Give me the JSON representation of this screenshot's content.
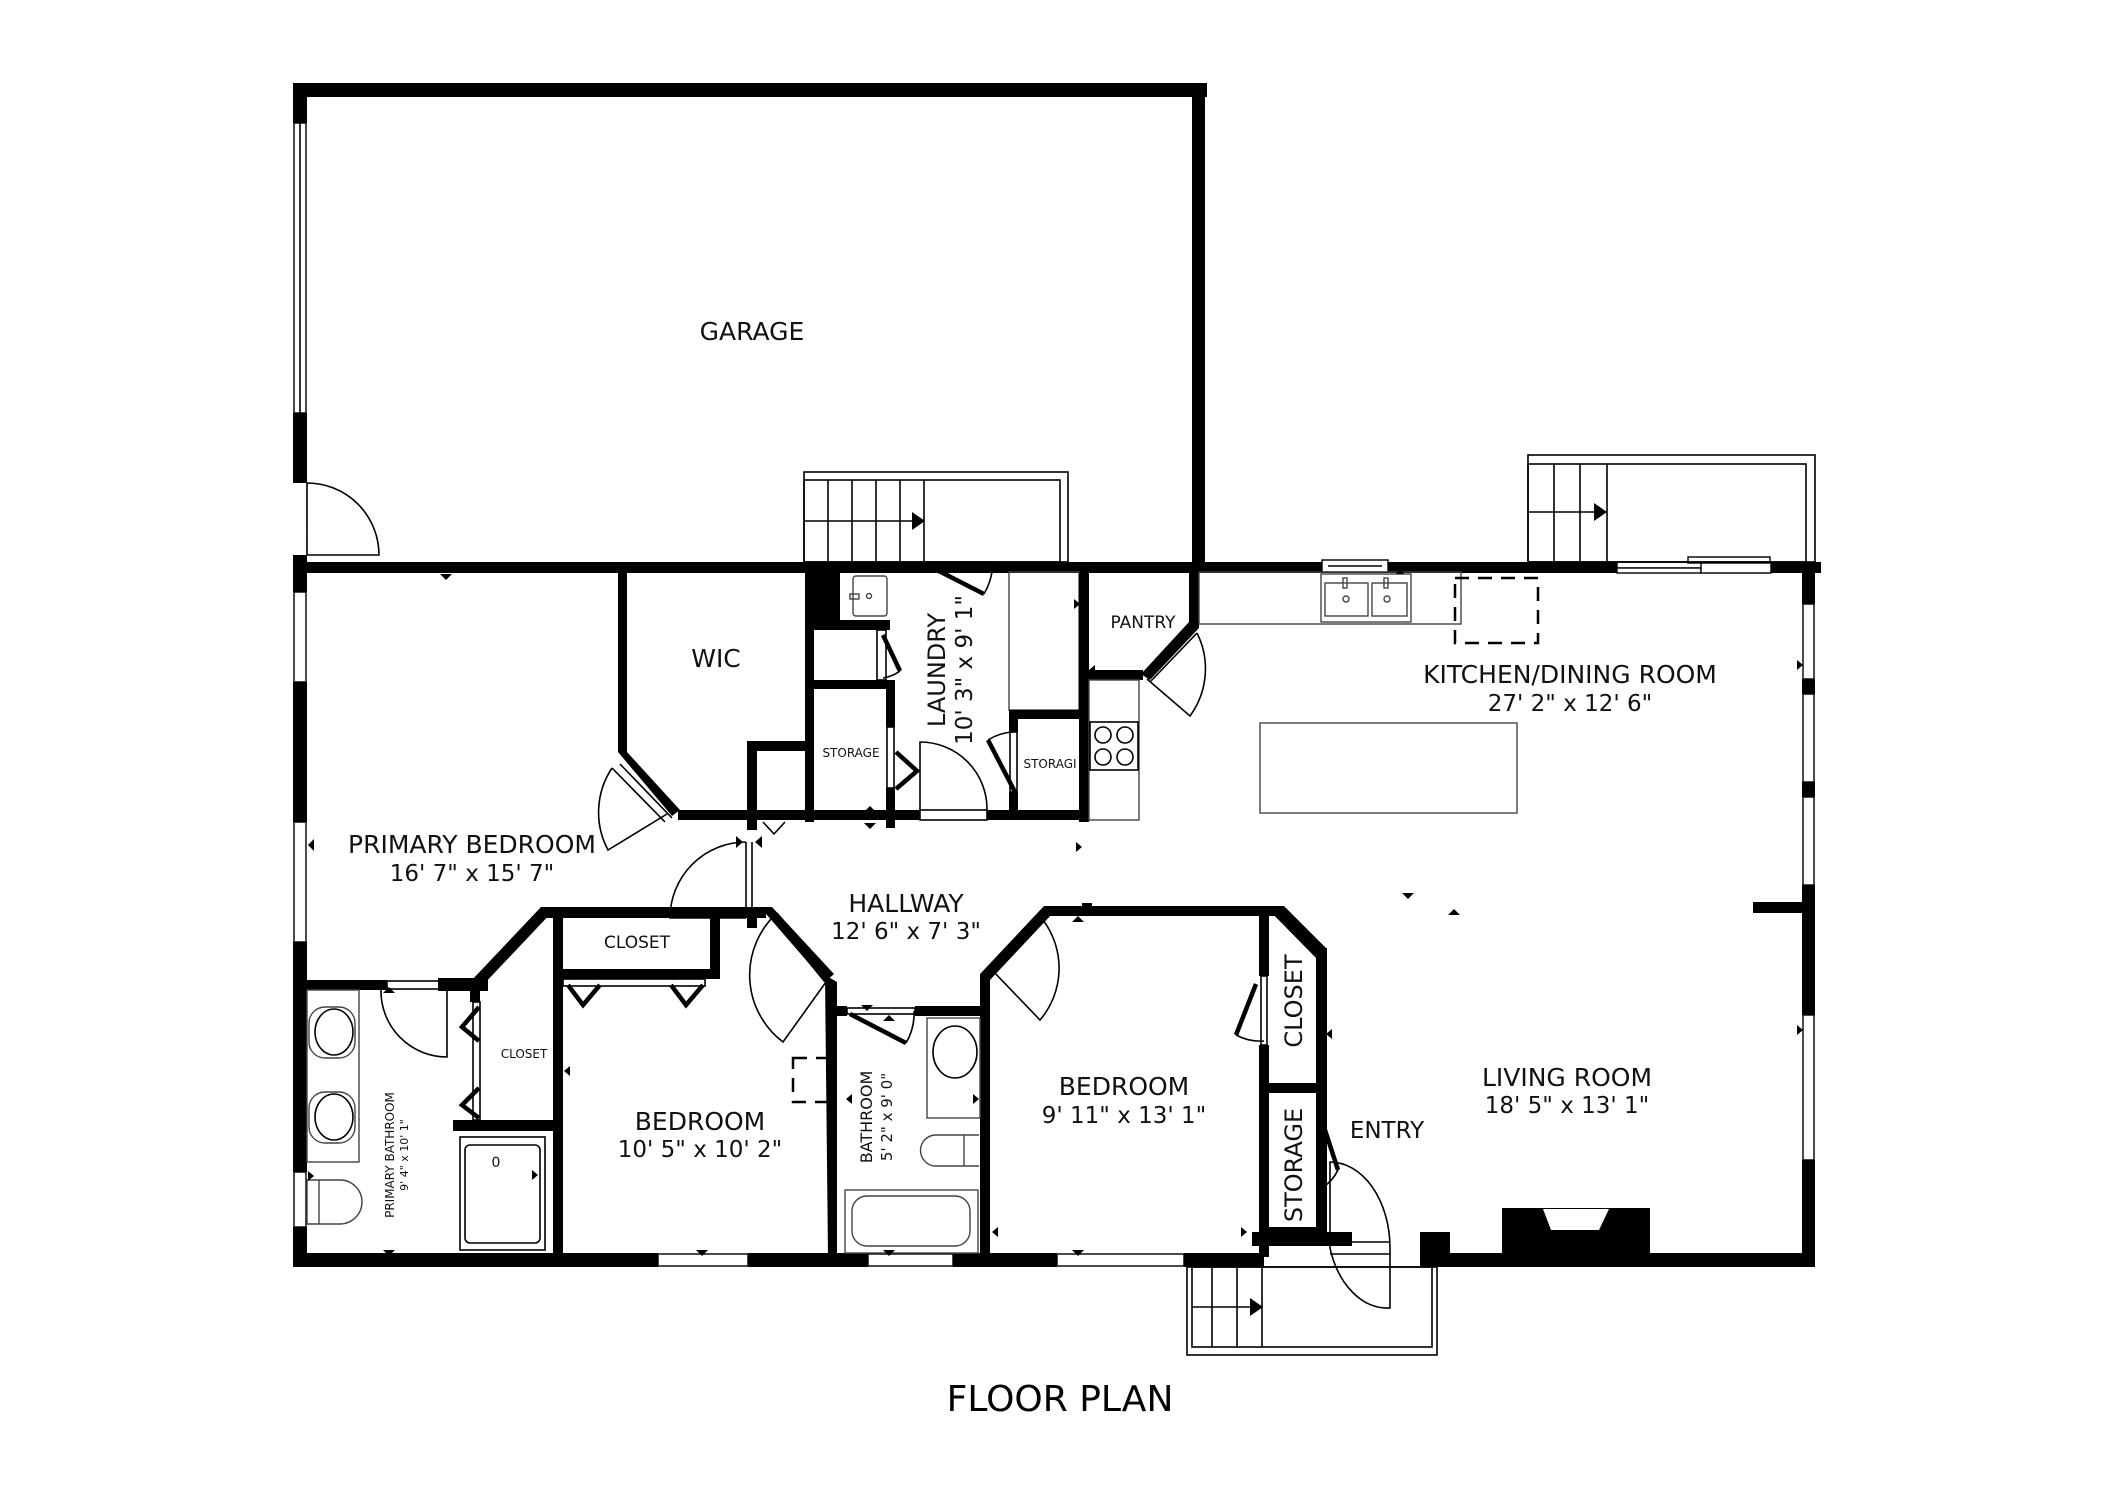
{
  "title": "FLOOR PLAN",
  "rooms": {
    "garage": {
      "name": "GARAGE"
    },
    "primary_bedroom": {
      "name": "PRIMARY BEDROOM",
      "dimensions": "16' 7\" x 15' 7\""
    },
    "wic": {
      "name": "WIC"
    },
    "laundry": {
      "name": "LAUNDRY",
      "dimensions": "10' 3\" x 9' 1\""
    },
    "storage_laundry_left": {
      "name": "STORAGE"
    },
    "storage_laundry_right": {
      "name": "STORAGI"
    },
    "pantry": {
      "name": "PANTRY"
    },
    "kitchen_dining": {
      "name": "KITCHEN/DINING ROOM",
      "dimensions": "27' 2\" x 12' 6\""
    },
    "hallway": {
      "name": "HALLWAY",
      "dimensions": "12' 6\" x 7' 3\""
    },
    "closet_bedroom1": {
      "name": "CLOSET"
    },
    "closet_primary_bath": {
      "name": "CLOSET"
    },
    "primary_bathroom": {
      "name": "PRIMARY BATHROOM",
      "dimensions": "9' 4\" x 10' 1\""
    },
    "bedroom1": {
      "name": "BEDROOM",
      "dimensions": "10' 5\" x 10' 2\""
    },
    "bathroom": {
      "name": "BATHROOM",
      "dimensions": "5' 2\" x 9' 0\""
    },
    "bedroom2": {
      "name": "BEDROOM",
      "dimensions": "9' 11\" x 13' 1\""
    },
    "closet_bedroom2": {
      "name": "CLOSET"
    },
    "storage_entry": {
      "name": "STORAGE"
    },
    "entry": {
      "name": "ENTRY"
    },
    "living_room": {
      "name": "LIVING ROOM",
      "dimensions": "18' 5\" x 13' 1\""
    }
  },
  "fixtures": {
    "shower_marker": "0"
  },
  "colors": {
    "wall": "#000000",
    "background": "#ffffff",
    "text": "#111111"
  }
}
